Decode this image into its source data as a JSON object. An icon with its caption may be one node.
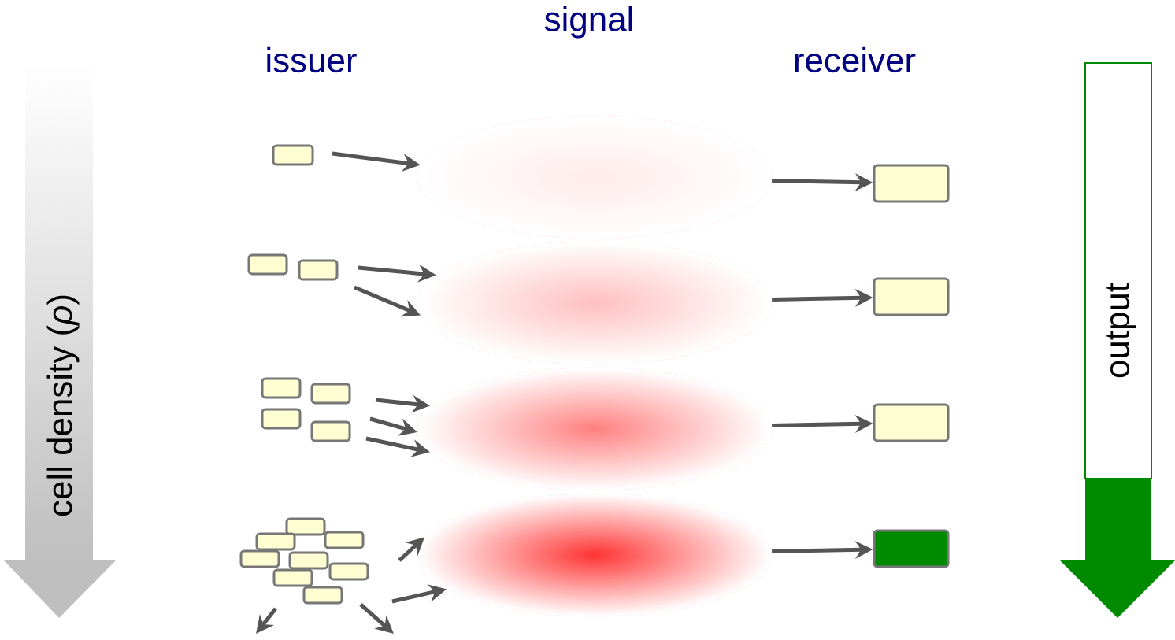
{
  "diagram": {
    "nodes": [
      {
        "text": [],
        "shape": "box"
      },
      {
        "text": [],
        "shape": "box"
      },
      {
        "text": [],
        "shape": "box"
      },
      {
        "text": [],
        "shape": "box"
      },
      {
        "text": [],
        "shape": "box"
      },
      {
        "text": [],
        "shape": "box"
      },
      {
        "text": [],
        "shape": "box"
      },
      {
        "text": [],
        "shape": "box"
      },
      {
        "text": [],
        "shape": "box"
      },
      {
        "text": [],
        "shape": "box"
      },
      {
        "text": [],
        "shape": "box"
      },
      {
        "text": [],
        "shape": "box"
      },
      {
        "text": [],
        "shape": "box"
      },
      {
        "text": [],
        "shape": "box"
      },
      {
        "text": [],
        "shape": "box"
      },
      {
        "text": [],
        "shape": "cloud"
      },
      {
        "text": [],
        "shape": "cloud"
      },
      {
        "text": [],
        "shape": "cloud"
      },
      {
        "text": [],
        "shape": "cloud"
      },
      {
        "text": [],
        "shape": "box"
      },
      {
        "text": [],
        "shape": "box"
      },
      {
        "text": [],
        "shape": "box"
      },
      {
        "text": [],
        "shape": "box"
      }
    ],
    "edges": [
      {
        "from": null,
        "to": 15,
        "arrow": "to"
      },
      {
        "from": null,
        "to": 16,
        "arrow": "to"
      },
      {
        "from": null,
        "to": 16,
        "arrow": "to"
      },
      {
        "from": null,
        "to": 17,
        "arrow": "to"
      },
      {
        "from": null,
        "to": 17,
        "arrow": "to"
      },
      {
        "from": null,
        "to": 17,
        "arrow": "to"
      },
      {
        "from": null,
        "to": 18,
        "arrow": "to"
      },
      {
        "from": null,
        "to": 18,
        "arrow": "to"
      },
      {
        "from": 15,
        "to": 19,
        "arrow": "to"
      },
      {
        "from": 16,
        "to": 20,
        "arrow": "to"
      },
      {
        "from": 17,
        "to": 21,
        "arrow": "to"
      },
      {
        "from": 18,
        "to": 22,
        "arrow": "to"
      }
    ],
    "labels": [
      "signal",
      "issuer",
      "receiver",
      "cell density (*ρ*)",
      "output"
    ]
  }
}
